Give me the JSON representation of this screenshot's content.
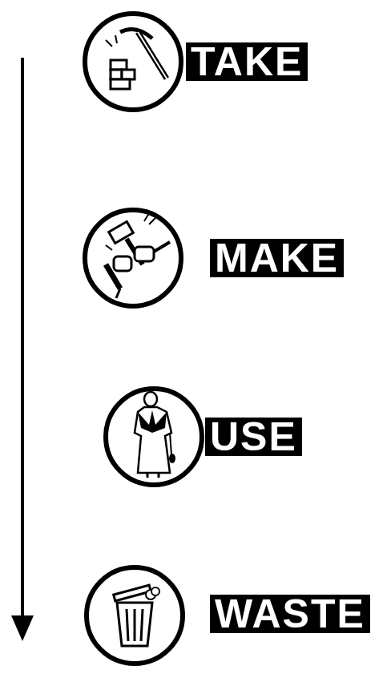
{
  "diagram": {
    "nodes": [
      {
        "text": [
          "TAKE"
        ]
      },
      {
        "text": [
          "MAKE"
        ]
      },
      {
        "text": [
          "USE"
        ]
      },
      {
        "text": [
          "WASTE"
        ]
      }
    ]
  }
}
